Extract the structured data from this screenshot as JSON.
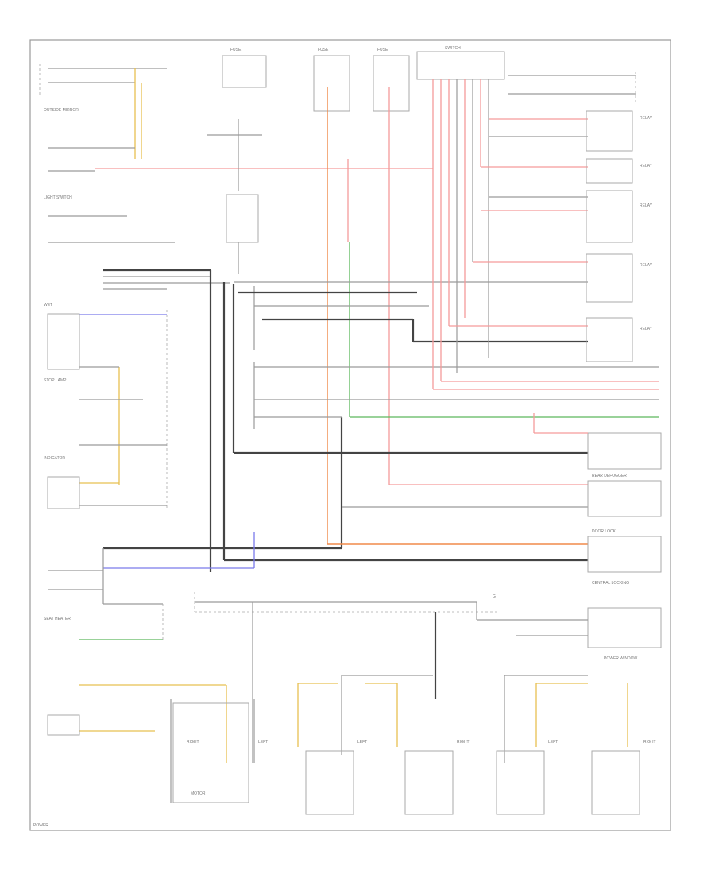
{
  "page": {
    "page_id": "POWER"
  },
  "labels": {
    "outside_mirror_label": "OUTSIDE MIRROR",
    "wet_label": "WET",
    "light_switch_label": "LIGHT SWITCH",
    "stop_lamp_label": "STOP LAMP",
    "indicator_label": "INDICATOR",
    "rear_defog_label": "REAR DEFOGGER",
    "central_locking_label": "CENTRAL LOCKING",
    "seat_heater_label": "SEAT HEATER",
    "power_window_label": "POWER WINDOW",
    "door_lock_label": "DOOR LOCK",
    "left_label": "LEFT",
    "right_label": "RIGHT",
    "motor_label": "MOTOR",
    "relay_label": "RELAY",
    "fuse_label": "FUSE",
    "switch_label": "SWITCH",
    "ground_label": "G"
  },
  "colors": {
    "black_wire": "#444444",
    "red_wire": "#f59a9a",
    "orange_wire": "#f08a4a",
    "yellow_wire": "#e8c050",
    "green_wire": "#5cb85c",
    "blue_wire": "#7a7aea"
  }
}
